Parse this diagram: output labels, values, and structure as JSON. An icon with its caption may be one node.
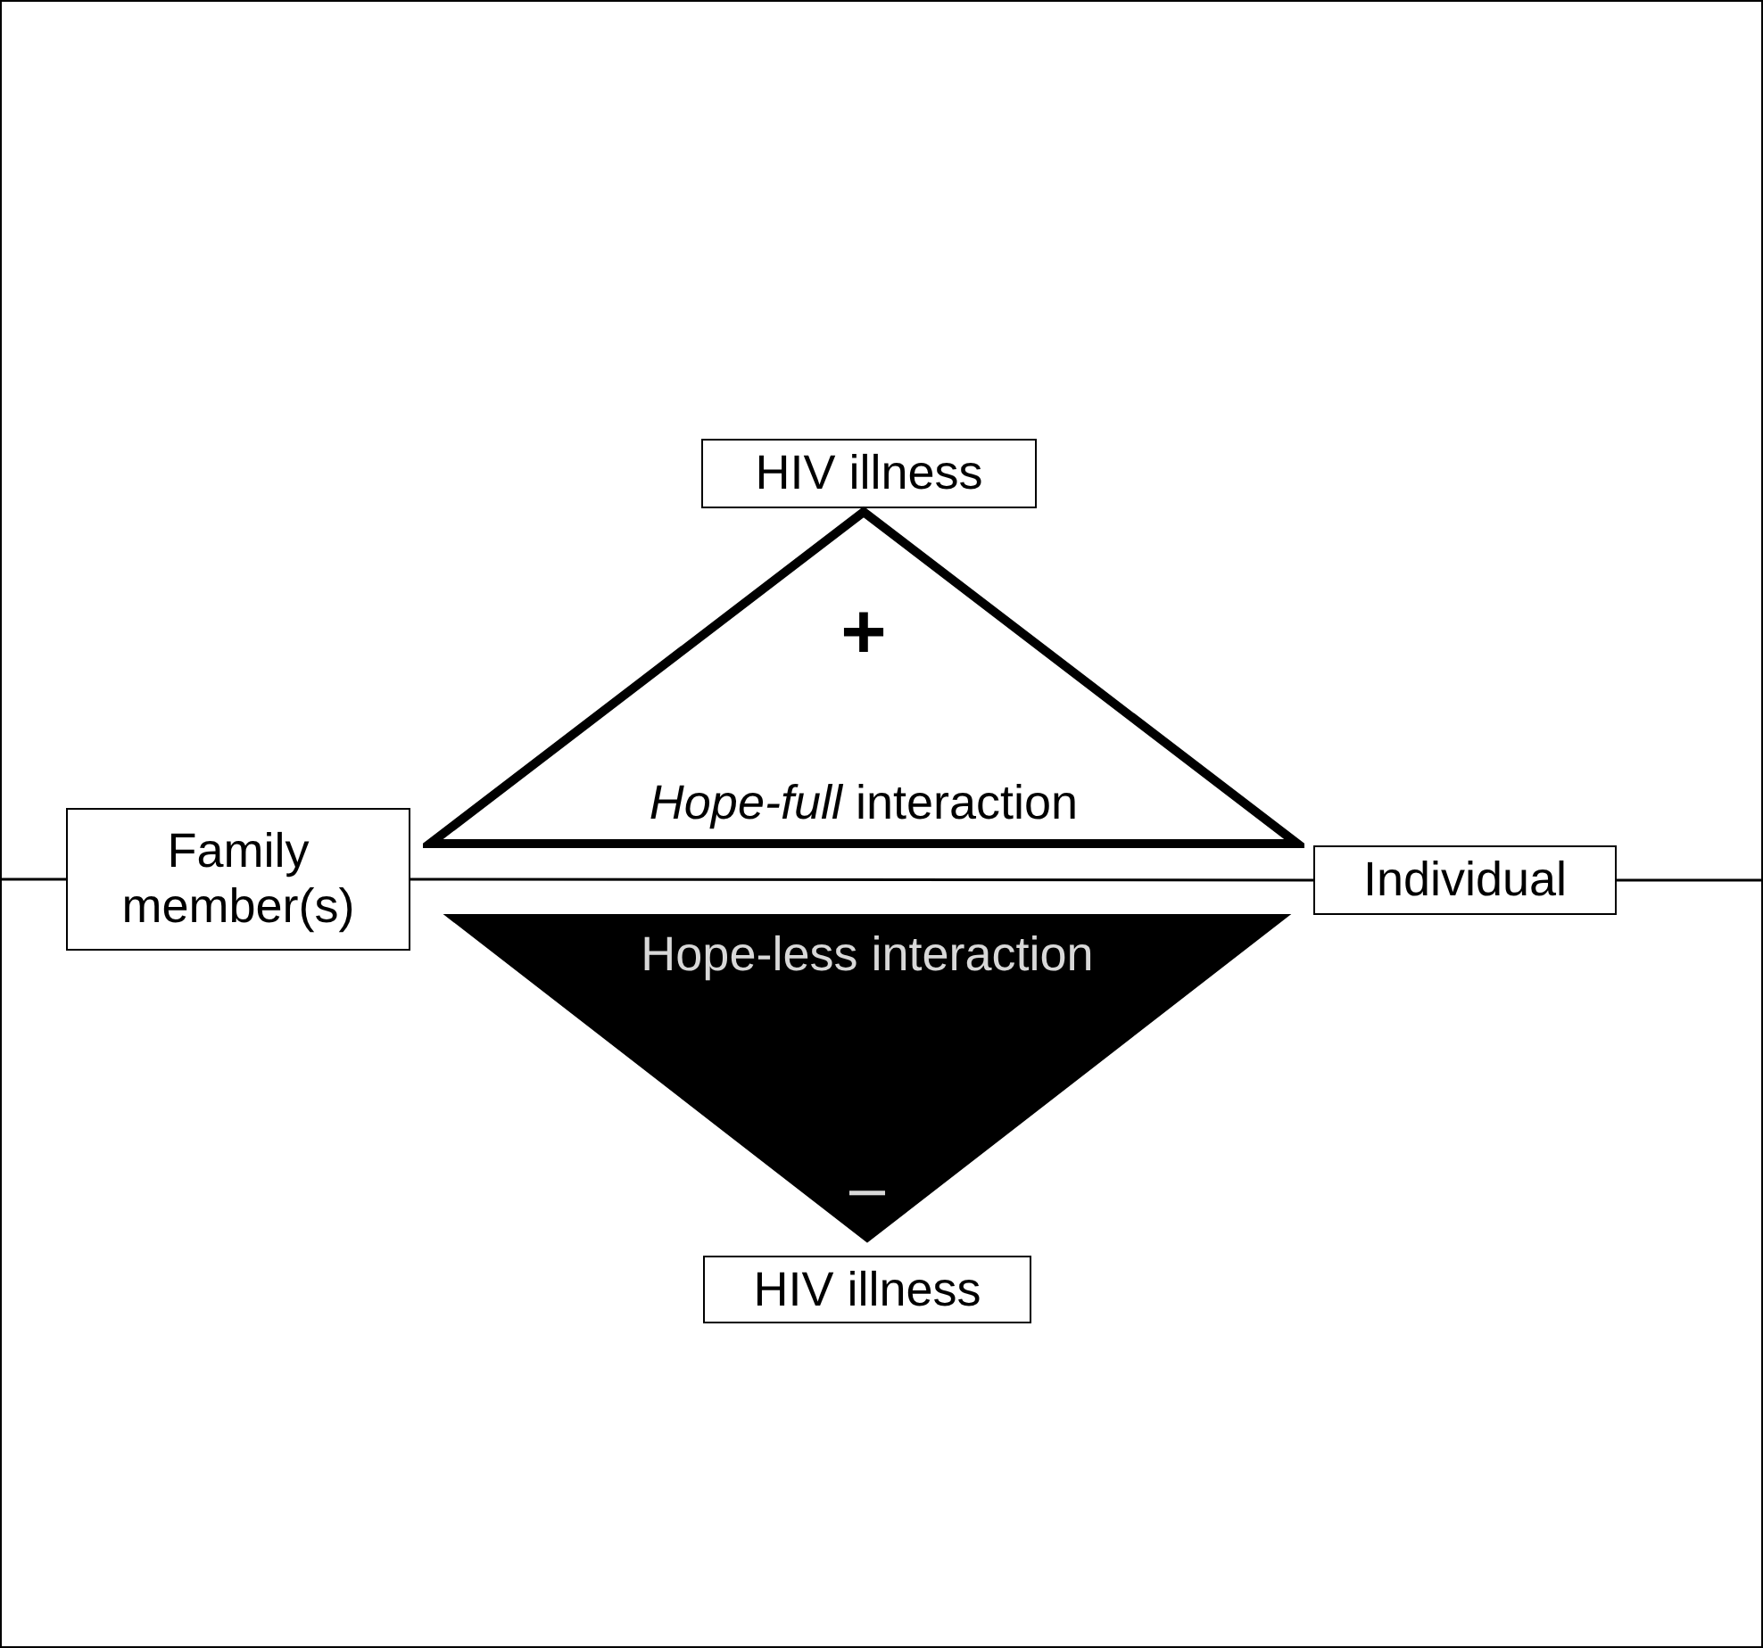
{
  "diagram": {
    "nodes": [
      {
        "text": [
          "HIV illness"
        ]
      },
      {
        "text": [
          "+",
          "*Hope-full* interaction"
        ]
      },
      {
        "text": [
          "Family member(s)"
        ]
      },
      {
        "text": [
          "Individual"
        ]
      },
      {
        "text": [
          "Hope-less interaction",
          "–"
        ]
      },
      {
        "text": [
          "HIV illness"
        ]
      }
    ],
    "edges": [
      {
        "from": null,
        "to": 2,
        "arrow": "none"
      },
      {
        "from": 2,
        "to": 3,
        "arrow": "none"
      },
      {
        "from": 3,
        "to": null,
        "arrow": "none"
      }
    ]
  }
}
